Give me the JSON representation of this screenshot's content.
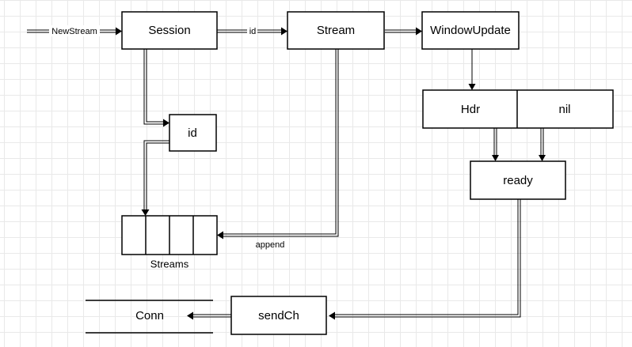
{
  "nodes": {
    "session": "Session",
    "stream": "Stream",
    "window_update": "WindowUpdate",
    "id": "id",
    "hdr": "Hdr",
    "nil": "nil",
    "ready": "ready",
    "send_ch": "sendCh",
    "conn": "Conn",
    "streams": "Streams"
  },
  "edge_labels": {
    "new_stream": "NewStream",
    "id": "id",
    "append": "append"
  }
}
